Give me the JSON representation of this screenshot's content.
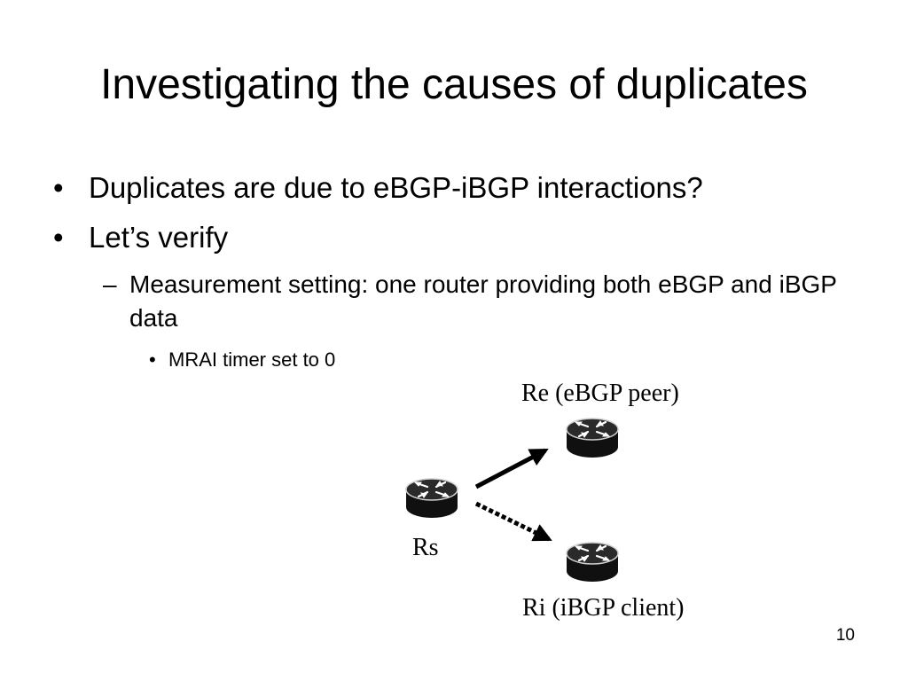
{
  "slide": {
    "title": "Investigating the causes of duplicates",
    "bullet_glyph": "•",
    "dash_glyph": "–",
    "bullets": [
      "Duplicates are due to eBGP-iBGP interactions?",
      "Let’s verify"
    ],
    "sub_bullet": "Measurement setting: one router providing both eBGP and iBGP data",
    "sub_sub_bullet": "MRAI timer set to 0",
    "page_number": "10"
  },
  "diagram": {
    "routers": {
      "rs": {
        "label": "Rs",
        "icon": "router-icon"
      },
      "re": {
        "label": "Re (eBGP peer)",
        "icon": "router-icon"
      },
      "ri": {
        "label": "Ri (iBGP client)",
        "icon": "router-icon"
      }
    },
    "links": [
      {
        "from": "Rs",
        "to": "Re",
        "style": "solid"
      },
      {
        "from": "Rs",
        "to": "Ri",
        "style": "dotted"
      }
    ]
  }
}
